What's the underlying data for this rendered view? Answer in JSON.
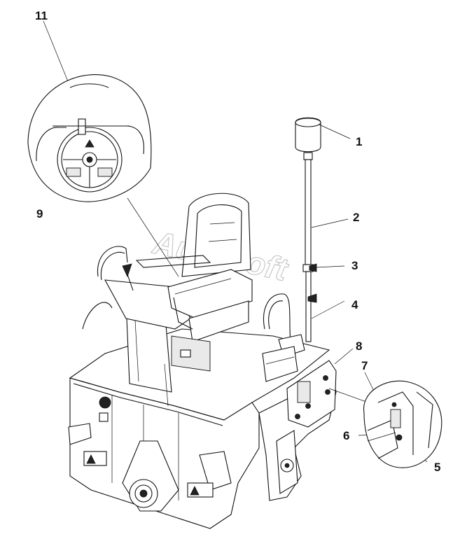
{
  "watermark": "AutoSoft",
  "callouts": [
    {
      "id": "c1",
      "label": "1"
    },
    {
      "id": "c2",
      "label": "2"
    },
    {
      "id": "c3",
      "label": "3"
    },
    {
      "id": "c4",
      "label": "4"
    },
    {
      "id": "c5",
      "label": "5"
    },
    {
      "id": "c6",
      "label": "6"
    },
    {
      "id": "c7",
      "label": "7"
    },
    {
      "id": "c8",
      "label": "8"
    },
    {
      "id": "c9",
      "label": "9"
    },
    {
      "id": "c11",
      "label": "11"
    }
  ]
}
